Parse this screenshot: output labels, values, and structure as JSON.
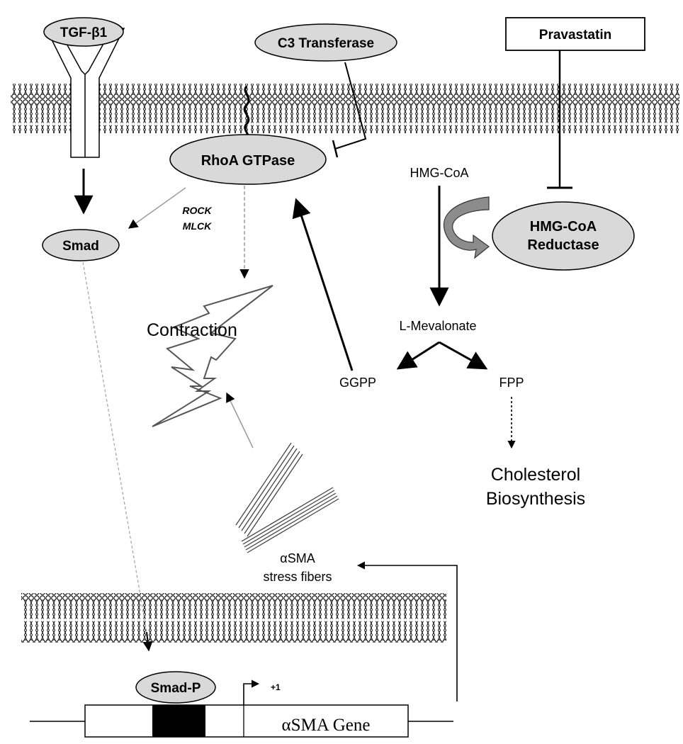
{
  "labels": {
    "tgf": "TGF-β1",
    "c3": "C3 Transferase",
    "pravastatin": "Pravastatin",
    "rhoa": "RhoA GTPase",
    "hmgcoa": "HMG-CoA",
    "reductase_line1": "HMG-CoA",
    "reductase_line2": "Reductase",
    "rock": "ROCK",
    "mlck": "MLCK",
    "smad": "Smad",
    "contraction": "Contraction",
    "mevalonate": "L-Mevalonate",
    "ggpp": "GGPP",
    "fpp": "FPP",
    "cholesterol_line1": "Cholesterol",
    "cholesterol_line2": "Biosynthesis",
    "asma_line1": "αSMA",
    "asma_line2": "stress fibers",
    "smadp": "Smad-P",
    "tss": "+1",
    "gene": "αSMA Gene"
  },
  "colors": {
    "node_fill": "#d9d9d9",
    "stroke": "#000000",
    "faint_arrow": "#9a9a9a",
    "reductase_arrow": "#8c8c8c"
  }
}
